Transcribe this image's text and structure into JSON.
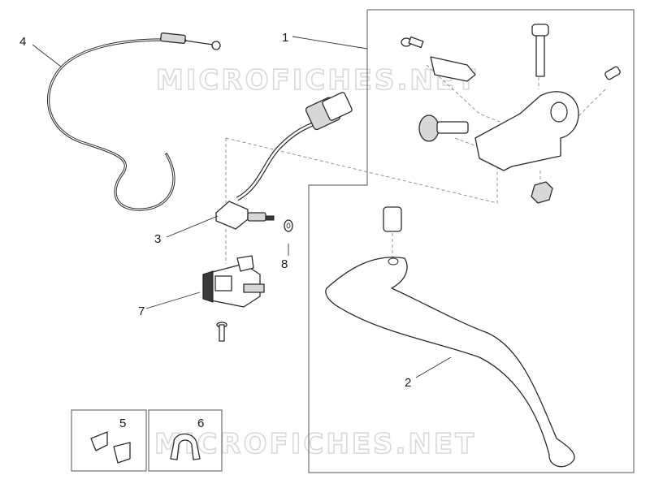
{
  "watermarks": [
    "MICROFICHES.NET",
    "MICROFICHES.NET"
  ],
  "callouts": [
    {
      "id": "part-1",
      "label": "1"
    },
    {
      "id": "part-2",
      "label": "2"
    },
    {
      "id": "part-3",
      "label": "3"
    },
    {
      "id": "part-4",
      "label": "4"
    },
    {
      "id": "part-5",
      "label": "5"
    },
    {
      "id": "part-6",
      "label": "6"
    },
    {
      "id": "part-7",
      "label": "7"
    },
    {
      "id": "part-8",
      "label": "8"
    }
  ]
}
